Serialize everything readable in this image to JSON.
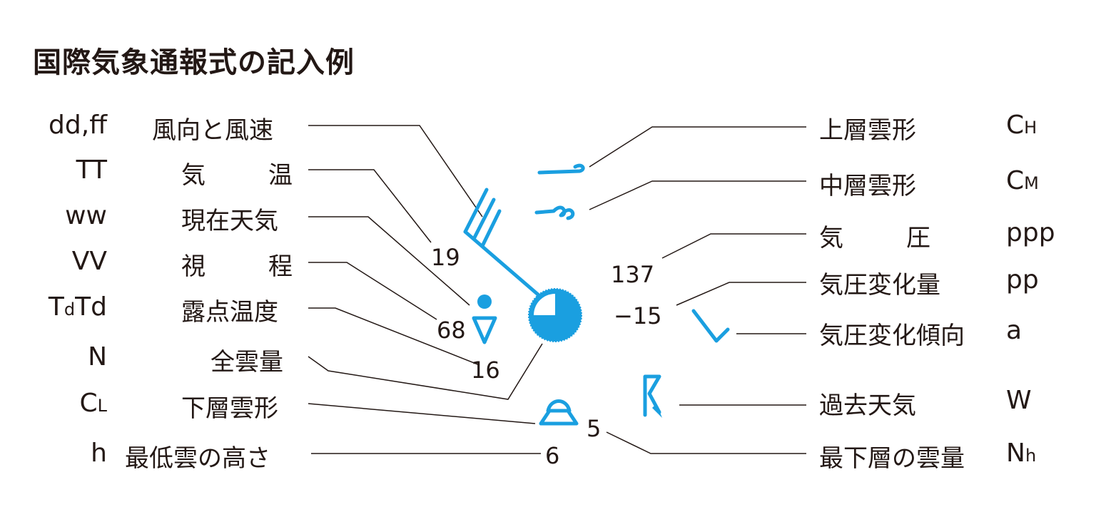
{
  "title": "国際気象通報式の記入例",
  "colors": {
    "symbol": "#1a9fe0",
    "text": "#231815"
  },
  "left_items": [
    {
      "code": "dd,ff",
      "code_sub": "",
      "code_tail": "",
      "label": "風向と風速"
    },
    {
      "code": "TT",
      "code_sub": "",
      "code_tail": "",
      "label_a": "気",
      "label_b": "温"
    },
    {
      "code": "ww",
      "code_sub": "",
      "code_tail": "",
      "label": "現在天気"
    },
    {
      "code": "VV",
      "code_sub": "",
      "code_tail": "",
      "label_a": "視",
      "label_b": "程"
    },
    {
      "code": "T",
      "code_sub": "d",
      "code_tail": "Td",
      "label": "露点温度"
    },
    {
      "code": "N",
      "code_sub": "",
      "code_tail": "",
      "label": "全雲量"
    },
    {
      "code": "C",
      "code_sub": "L",
      "code_tail": "",
      "label": "下層雲形"
    },
    {
      "code": "h",
      "code_sub": "",
      "code_tail": "",
      "label": "最低雲の高さ"
    }
  ],
  "right_items": [
    {
      "label": "上層雲形",
      "code": "C",
      "code_sub": "H"
    },
    {
      "label": "中層雲形",
      "code": "C",
      "code_sub": "M"
    },
    {
      "label_a": "気",
      "label_b": "圧",
      "code": "ppp",
      "code_sub": ""
    },
    {
      "label": "気圧変化量",
      "code": "pp",
      "code_sub": ""
    },
    {
      "label": "気圧変化傾向",
      "code": "a",
      "code_sub": ""
    },
    {
      "label": "過去天気",
      "code": "W",
      "code_sub": ""
    },
    {
      "label": "最下層の雲量",
      "code": "N",
      "code_sub": "h"
    }
  ],
  "station_values": {
    "temperature": "19",
    "visibility": "68",
    "dew_point": "16",
    "low_cloud_amount": "5",
    "cloud_height": "6",
    "pressure": "137",
    "pressure_change": "−15"
  }
}
